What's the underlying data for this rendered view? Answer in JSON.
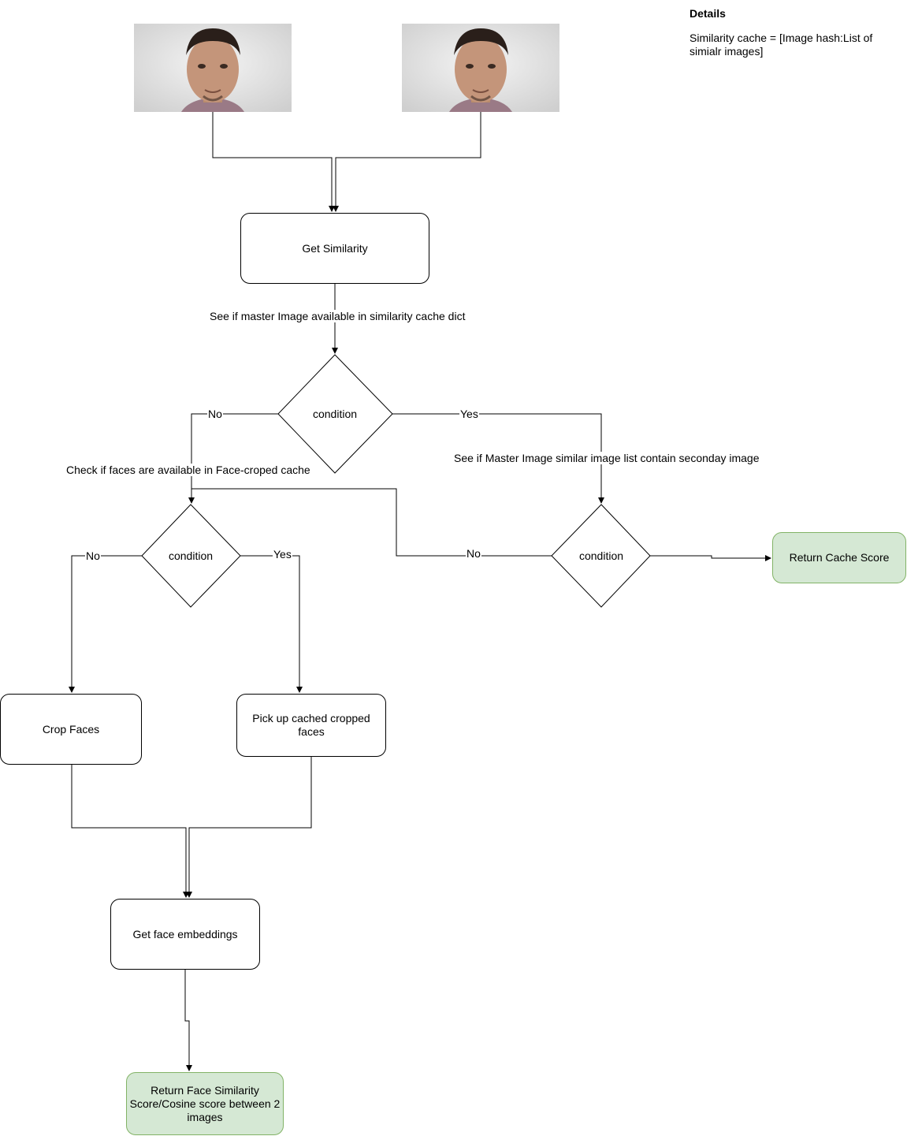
{
  "details": {
    "title": "Details",
    "text": "Similarity cache  = [Image hash:List of simialr images]"
  },
  "nodes": {
    "get_similarity": "Get Similarity",
    "condition_1": "condition",
    "condition_2": "condition",
    "condition_3": "condition",
    "return_cache_score": "Return Cache Score",
    "crop_faces": "Crop Faces",
    "pick_cached_faces": "Pick up cached cropped faces",
    "get_face_embeddings": "Get face embeddings",
    "return_face_similarity": "Return Face Similarity Score/Cosine score between 2 images"
  },
  "labels": {
    "master_in_cache": "See if master Image available in similarity cache dict",
    "faces_in_cache": "Check if faces are available in Face-croped cache",
    "similar_list_contains": "See if Master Image similar image  list contain seconday image"
  },
  "edge_labels": {
    "cond1_no": "No",
    "cond1_yes": "Yes",
    "cond2_no": "No",
    "cond2_yes": "Yes",
    "cond3_no": "No"
  },
  "colors": {
    "terminal_fill": "#d5e8d4",
    "terminal_stroke": "#82b366"
  },
  "icons": {
    "input_image_1": "face-photo",
    "input_image_2": "face-photo"
  }
}
